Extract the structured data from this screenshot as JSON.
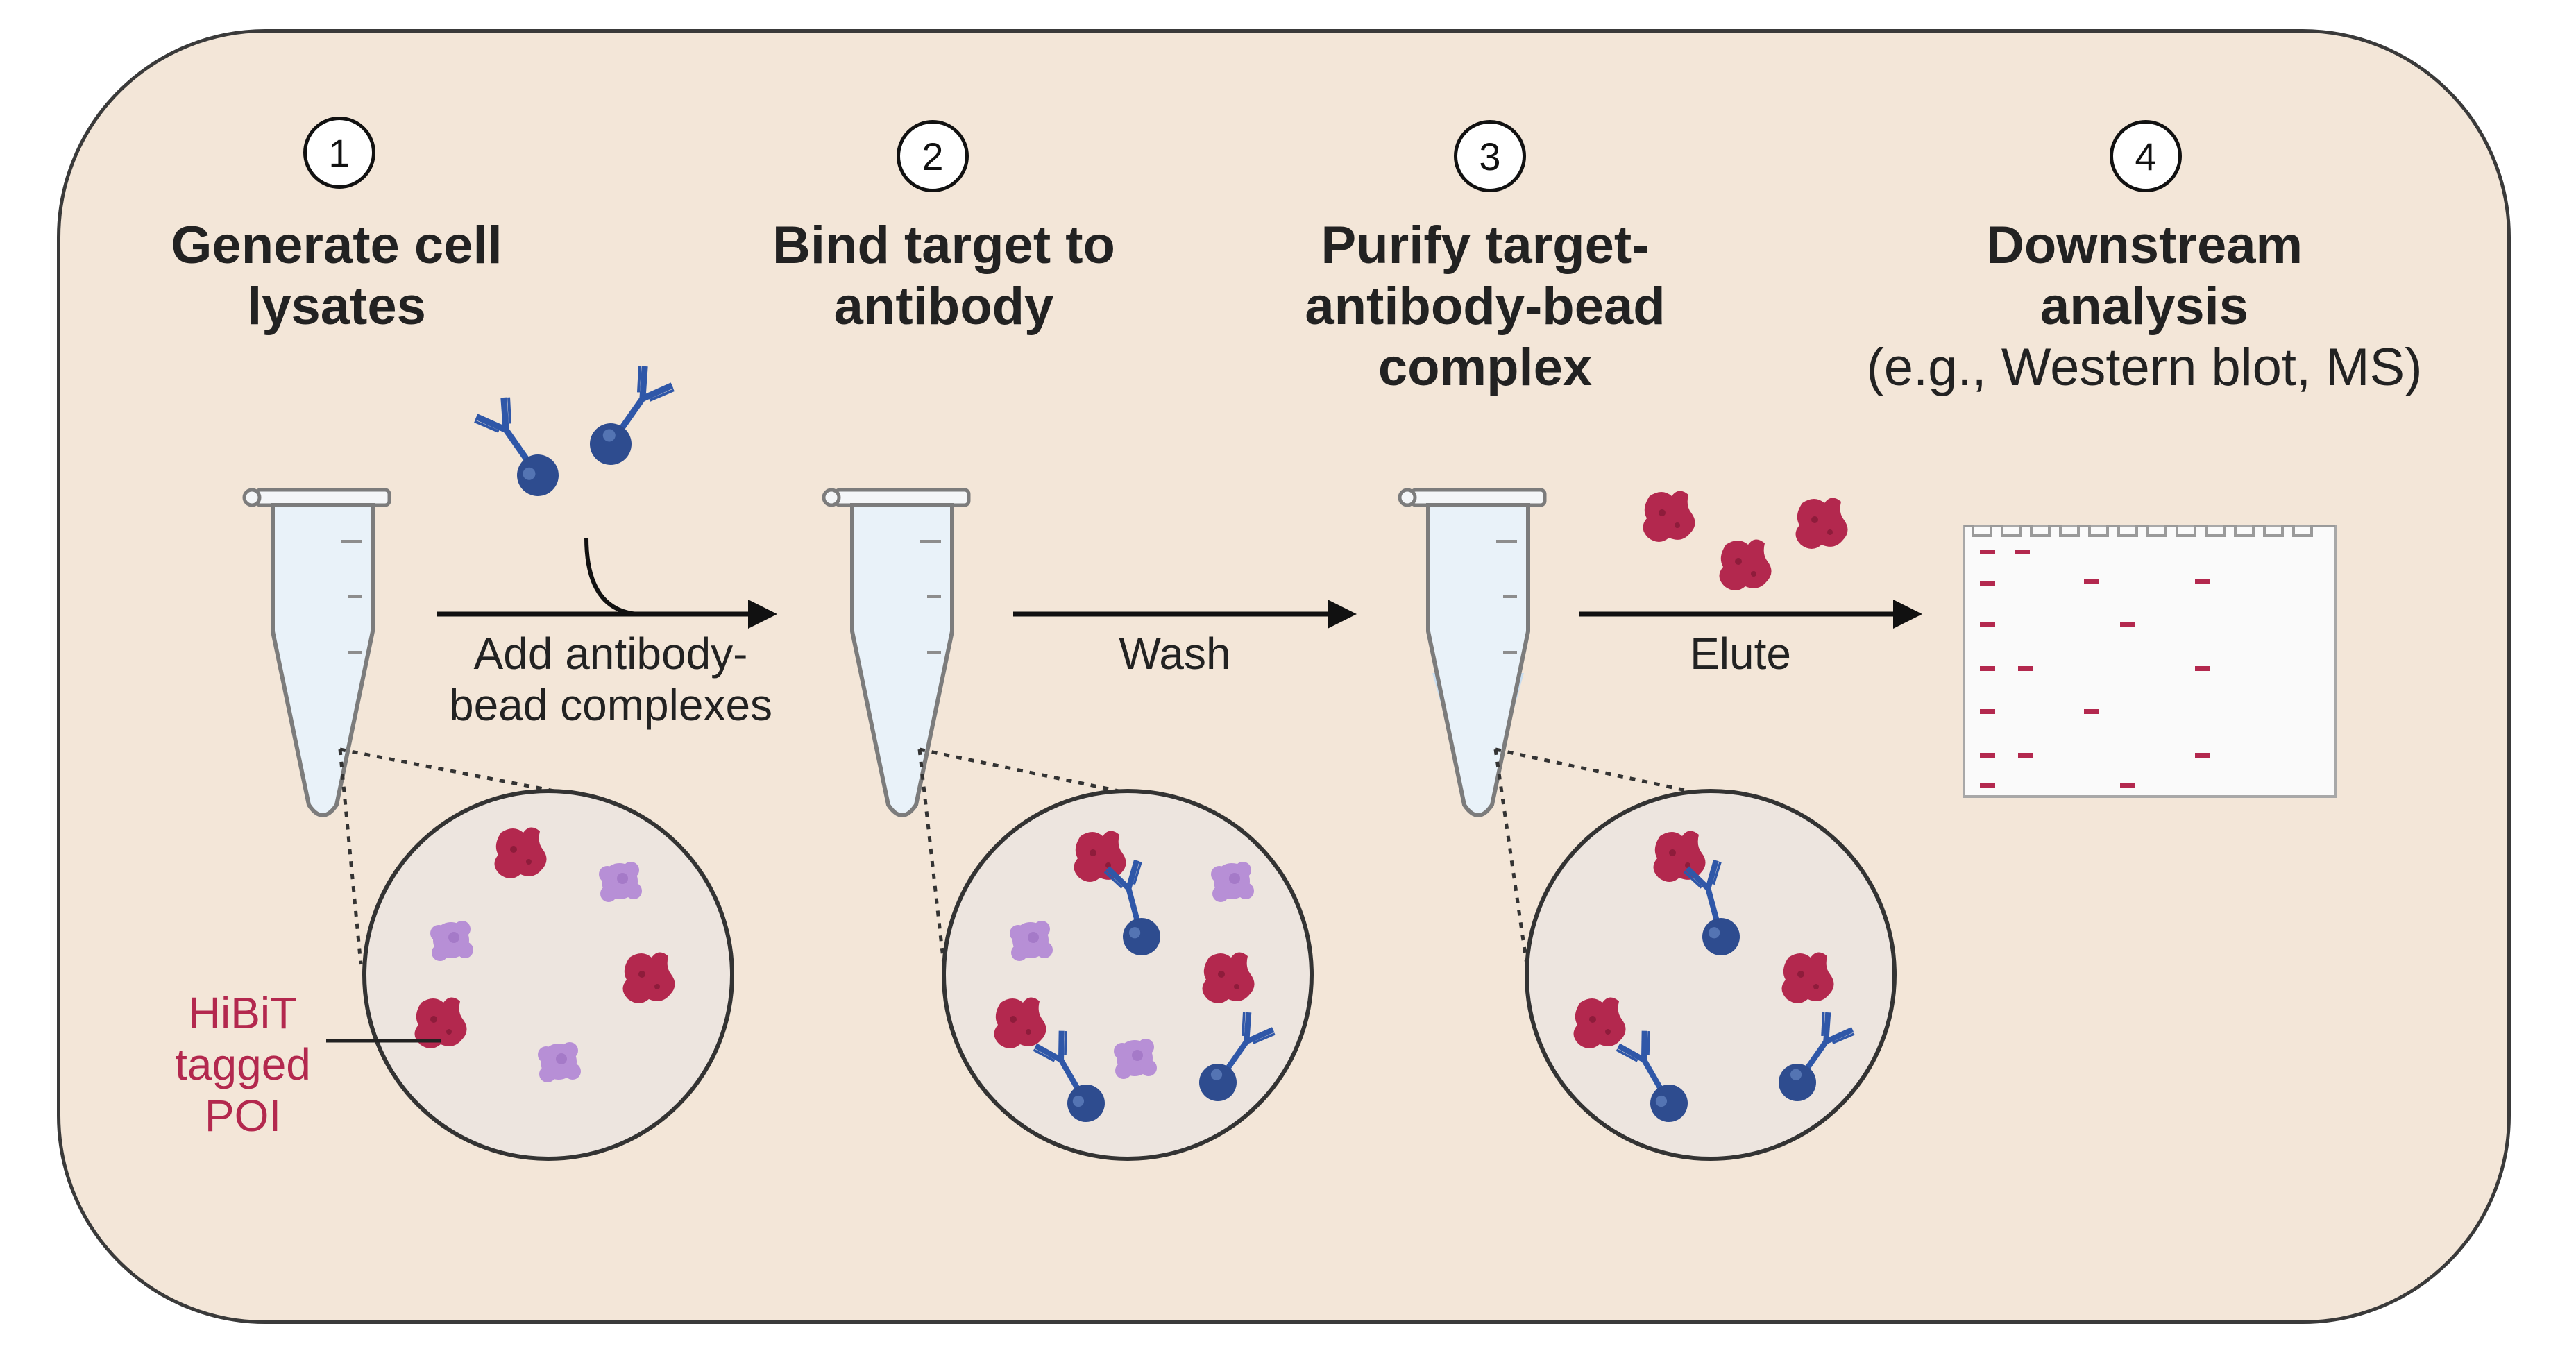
{
  "steps": [
    {
      "number": "1",
      "title_line1": "Generate cell",
      "title_line2": "lysates",
      "title_line3": ""
    },
    {
      "number": "2",
      "title_line1": "Bind target to",
      "title_line2": "antibody",
      "title_line3": ""
    },
    {
      "number": "3",
      "title_line1": "Purify target-",
      "title_line2": "antibody-bead",
      "title_line3": "complex"
    },
    {
      "number": "4",
      "title_line1": "Downstream",
      "title_line2": "analysis",
      "subtitle": "(e.g., Western blot, MS)"
    }
  ],
  "arrows": {
    "add_line1": "Add antibody-",
    "add_line2": "bead complexes",
    "wash": "Wash",
    "elute": "Elute"
  },
  "annotation": {
    "line1": "HiBiT",
    "line2": "tagged",
    "line3": "POI"
  },
  "colors": {
    "panel_background": "#f3e6d8",
    "target_protein": "#b3284e",
    "other_protein": "#b78fd6",
    "antibody": "#2f57a8",
    "bead": "#2e4c8f",
    "tube_liquid": "#cfe3f2",
    "blot_band": "#b3284e"
  },
  "icons": [
    "microcentrifuge-tube-icon",
    "antibody-bead-icon",
    "protein-icon",
    "western-blot-membrane-icon"
  ]
}
